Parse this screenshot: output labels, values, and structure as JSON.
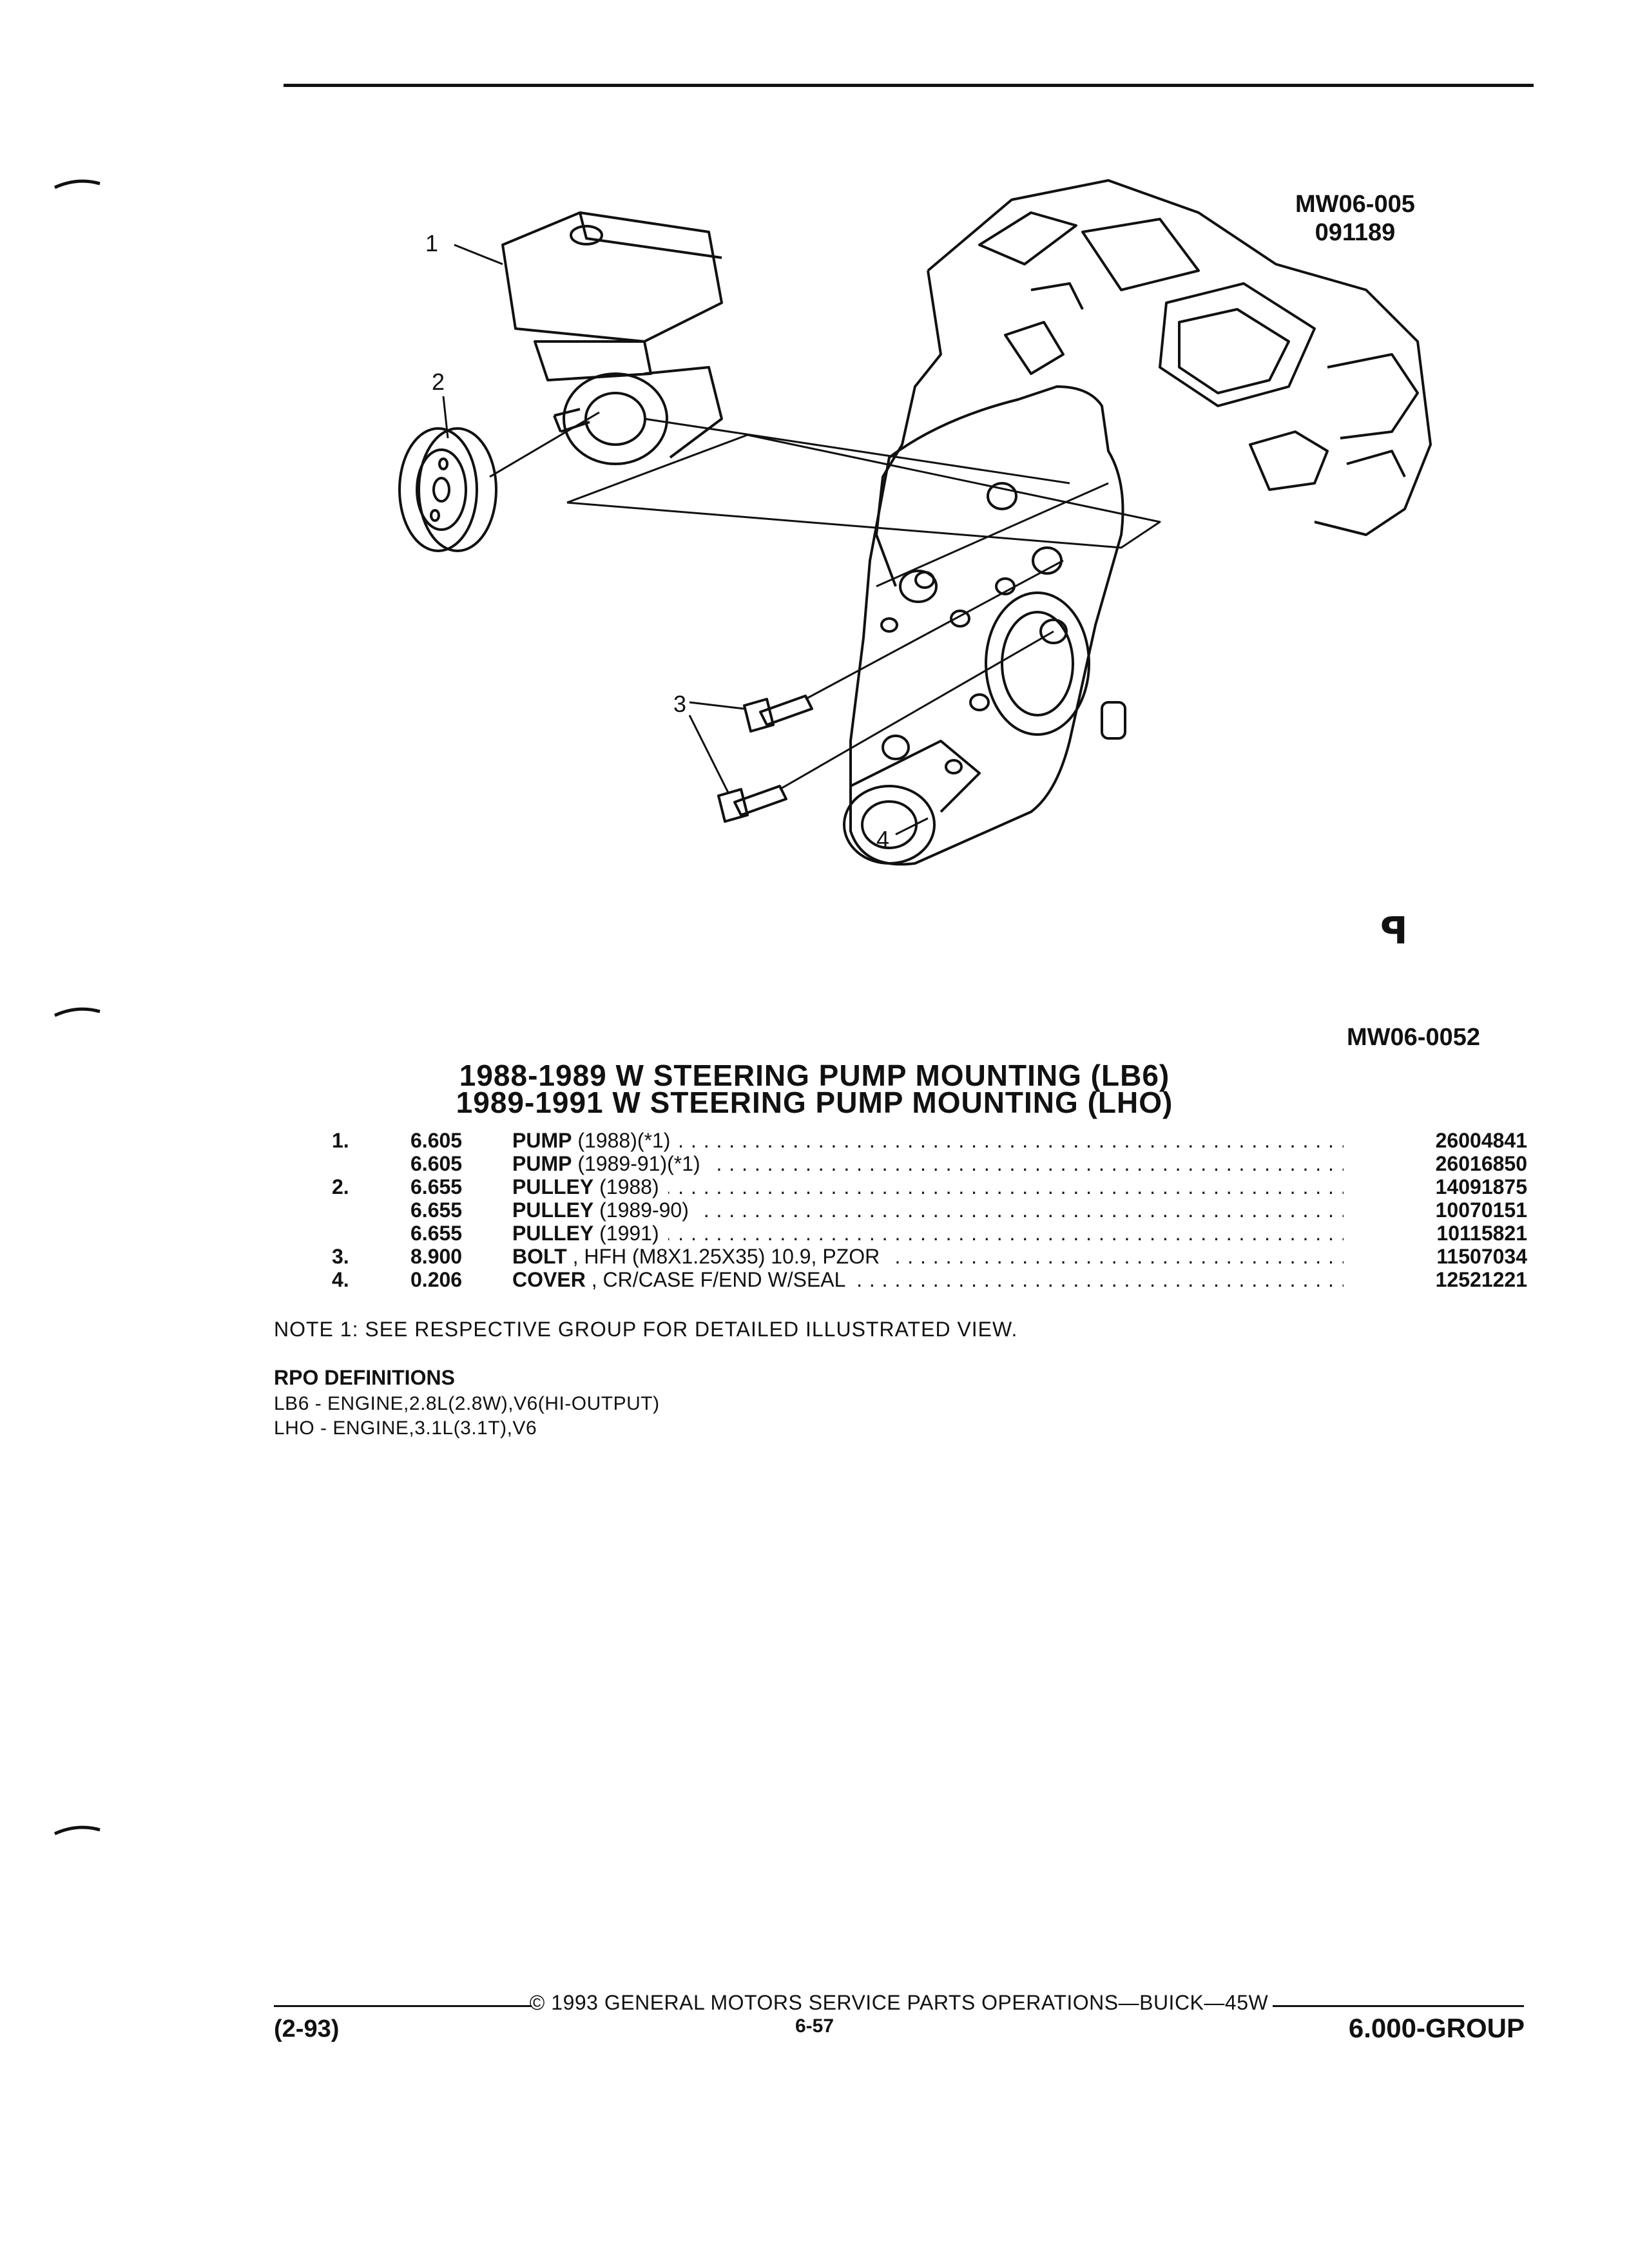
{
  "header": {
    "ref_code": "MW06-005",
    "ref_date": "091189",
    "ref_bottom": "MW06-0052"
  },
  "callouts": [
    "1",
    "2",
    "3",
    "4"
  ],
  "titles": [
    "1988-1989 W STEERING PUMP MOUNTING (LB6)",
    "1989-1991 W STEERING PUMP MOUNTING (LHO)"
  ],
  "parts": [
    {
      "num": "1.",
      "code": "6.605",
      "name": "PUMP",
      "spec": " (1988)(*1)",
      "part_no": "26004841"
    },
    {
      "num": "",
      "code": "6.605",
      "name": "PUMP",
      "spec": " (1989-91)(*1)",
      "part_no": "26016850"
    },
    {
      "num": "2.",
      "code": "6.655",
      "name": "PULLEY",
      "spec": " (1988)",
      "part_no": "14091875"
    },
    {
      "num": "",
      "code": "6.655",
      "name": "PULLEY",
      "spec": " (1989-90)",
      "part_no": "10070151"
    },
    {
      "num": "",
      "code": "6.655",
      "name": "PULLEY",
      "spec": " (1991)",
      "part_no": "10115821"
    },
    {
      "num": "3.",
      "code": "8.900",
      "name": "BOLT",
      "spec": " , HFH (M8X1.25X35) 10.9, PZOR",
      "part_no": "11507034"
    },
    {
      "num": "4.",
      "code": "0.206",
      "name": "COVER",
      "spec": " , CR/CASE F/END W/SEAL",
      "part_no": "12521221"
    }
  ],
  "note": "NOTE  1:  SEE RESPECTIVE GROUP FOR DETAILED ILLUSTRATED VIEW.",
  "rpo": {
    "title": "RPO DEFINITIONS",
    "lines": [
      "LB6 - ENGINE,2.8L(2.8W),V6(HI-OUTPUT)",
      "LHO - ENGINE,3.1L(3.1T),V6"
    ]
  },
  "footer": {
    "copyright": "© 1993 GENERAL MOTORS SERVICE PARTS OPERATIONS—BUICK—45W",
    "date": "(2-93)",
    "page": "6-57",
    "group": "6.000-GROUP"
  }
}
